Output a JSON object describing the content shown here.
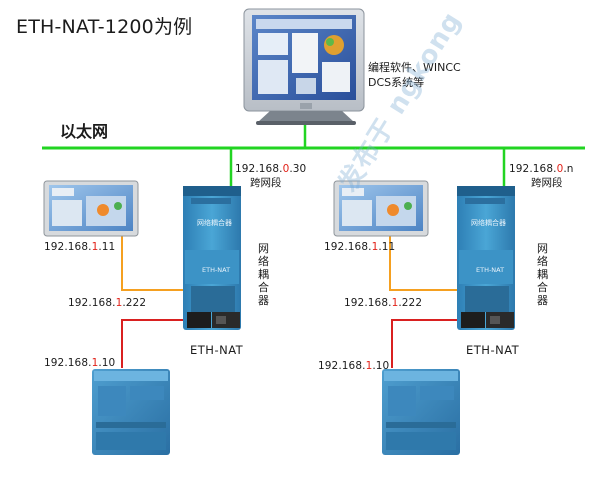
{
  "title": "ETH-NAT-1200为例",
  "ethernet_label": "以太网",
  "pc_label": "编程软件、WINCC DCS系统等",
  "left": {
    "cross_ip_prefix": "192.168.",
    "cross_ip_mid": "0",
    "cross_ip_suffix": ".30",
    "cross_label": "跨网段",
    "coupler_label": "网络耦合器",
    "hmi_ip_prefix": "192.168.",
    "hmi_ip_mid": "1",
    "hmi_ip_suffix": ".11",
    "nat_ip_prefix": "192.168.",
    "nat_ip_mid": "1",
    "nat_ip_suffix": ".222",
    "device_label": "ETH-NAT",
    "plc_ip_prefix": "192.168.",
    "plc_ip_mid": "1",
    "plc_ip_suffix": ".10"
  },
  "right": {
    "cross_ip_prefix": "192.168.",
    "cross_ip_mid": "0",
    "cross_ip_suffix": ".n",
    "cross_label": "跨网段",
    "coupler_label": "网络耦合器",
    "hmi_ip_prefix": "192.168.",
    "hmi_ip_mid": "1",
    "hmi_ip_suffix": ".11",
    "nat_ip_prefix": "192.168.",
    "nat_ip_mid": "1",
    "nat_ip_suffix": ".222",
    "device_label": "ETH-NAT",
    "plc_ip_prefix": "192.168.",
    "plc_ip_mid": "1",
    "plc_ip_suffix": ".10"
  },
  "module_text": "网络耦合器",
  "module_brand": "ETH-NAT",
  "watermark": "发布于 ngkong",
  "colors": {
    "ethernet": "#22d422",
    "hmi_cable": "#f5a020",
    "plc_cable": "#d92020",
    "ip_highlight": "#e2231a",
    "module": "#3d96c8"
  }
}
